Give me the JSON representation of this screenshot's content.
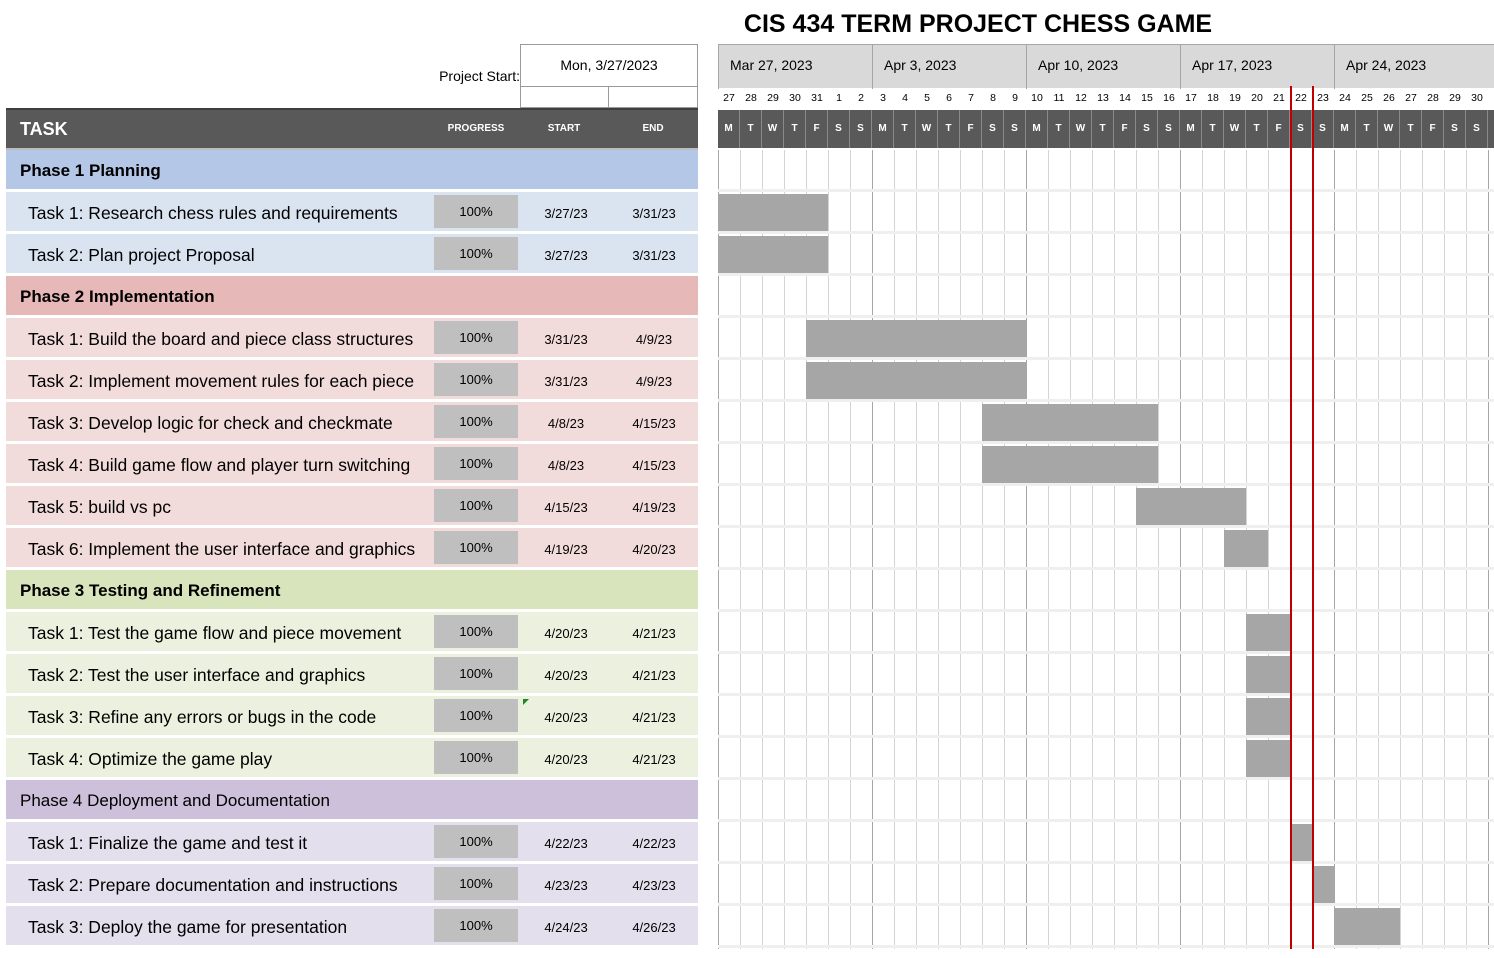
{
  "title": "CIS 434 TERM PROJECT CHESS GAME",
  "project_start_label": "Project Start:",
  "project_start_value": "Mon, 3/27/2023",
  "headers": {
    "task": "TASK",
    "progress": "PROGRESS",
    "start": "START",
    "end": "END"
  },
  "colors": {
    "phase1": "#b4c7e7",
    "phase1_task": "#dae3f0",
    "phase2": "#e6b8b8",
    "phase2_task": "#f2dcdb",
    "phase3": "#d8e4bc",
    "phase3_task": "#ebf1de",
    "phase4": "#ccc0da",
    "phase4_task": "#e4dfec",
    "bar": "#a6a6a6",
    "today_line": "#c00000"
  },
  "weeks": [
    "Mar 27, 2023",
    "Apr 3, 2023",
    "Apr 10, 2023",
    "Apr 17, 2023",
    "Apr 24, 2023"
  ],
  "day_numbers": [
    "27",
    "28",
    "29",
    "30",
    "31",
    "1",
    "2",
    "3",
    "4",
    "5",
    "6",
    "7",
    "8",
    "9",
    "10",
    "11",
    "12",
    "13",
    "14",
    "15",
    "16",
    "17",
    "18",
    "19",
    "20",
    "21",
    "22",
    "23",
    "24",
    "25",
    "26",
    "27",
    "28",
    "29",
    "30"
  ],
  "day_letters": [
    "M",
    "T",
    "W",
    "T",
    "F",
    "S",
    "S",
    "M",
    "T",
    "W",
    "T",
    "F",
    "S",
    "S",
    "M",
    "T",
    "W",
    "T",
    "F",
    "S",
    "S",
    "M",
    "T",
    "W",
    "T",
    "F",
    "S",
    "S",
    "M",
    "T",
    "W",
    "T",
    "F",
    "S",
    "S"
  ],
  "today_markers": [
    "4/22/23",
    "4/23/23"
  ],
  "chart_data": {
    "type": "gantt",
    "title": "CIS 434 TERM PROJECT CHESS GAME",
    "x_range": [
      "3/27/23",
      "4/30/23"
    ],
    "phases": [
      {
        "name": "Phase 1 Planning",
        "color_key": "phase1",
        "tasks": [
          {
            "name": "Task 1: Research chess rules and requirements",
            "progress": "100%",
            "start": "3/27/23",
            "end": "3/31/23"
          },
          {
            "name": "Task 2: Plan project Proposal",
            "progress": "100%",
            "start": "3/27/23",
            "end": "3/31/23"
          }
        ]
      },
      {
        "name": "Phase 2 Implementation",
        "color_key": "phase2",
        "tasks": [
          {
            "name": "Task 1: Build the board and piece class structures",
            "progress": "100%",
            "start": "3/31/23",
            "end": "4/9/23"
          },
          {
            "name": "Task 2: Implement movement rules for each piece",
            "progress": "100%",
            "start": "3/31/23",
            "end": "4/9/23"
          },
          {
            "name": "Task 3: Develop logic for check and checkmate",
            "progress": "100%",
            "start": "4/8/23",
            "end": "4/15/23"
          },
          {
            "name": "Task 4: Build  game flow and player turn switching",
            "progress": "100%",
            "start": "4/8/23",
            "end": "4/15/23"
          },
          {
            "name": "Task 5: build vs pc",
            "progress": "100%",
            "start": "4/15/23",
            "end": "4/19/23"
          },
          {
            "name": "Task 6: Implement the user interface and graphics",
            "progress": "100%",
            "start": "4/19/23",
            "end": "4/20/23"
          }
        ]
      },
      {
        "name": "Phase 3 Testing and Refinement",
        "color_key": "phase3",
        "tasks": [
          {
            "name": "Task 1: Test the game flow and piece movement",
            "progress": "100%",
            "start": "4/20/23",
            "end": "4/21/23"
          },
          {
            "name": "Task 2: Test the user interface and graphics",
            "progress": "100%",
            "start": "4/20/23",
            "end": "4/21/23"
          },
          {
            "name": "Task 3: Refine any errors or bugs in the code",
            "progress": "100%",
            "start": "4/20/23",
            "end": "4/21/23"
          },
          {
            "name": "Task 4: Optimize the game play",
            "progress": "100%",
            "start": "4/20/23",
            "end": "4/21/23"
          }
        ]
      },
      {
        "name": "Phase 4 Deployment and Documentation",
        "color_key": "phase4",
        "tasks": [
          {
            "name": "Task 1: Finalize the game and test it",
            "progress": "100%",
            "start": "4/22/23",
            "end": "4/22/23"
          },
          {
            "name": "Task 2: Prepare documentation and instructions",
            "progress": "100%",
            "start": "4/23/23",
            "end": "4/23/23"
          },
          {
            "name": "Task 3: Deploy the game for presentation",
            "progress": "100%",
            "start": "4/24/23",
            "end": "4/26/23"
          }
        ]
      }
    ]
  }
}
